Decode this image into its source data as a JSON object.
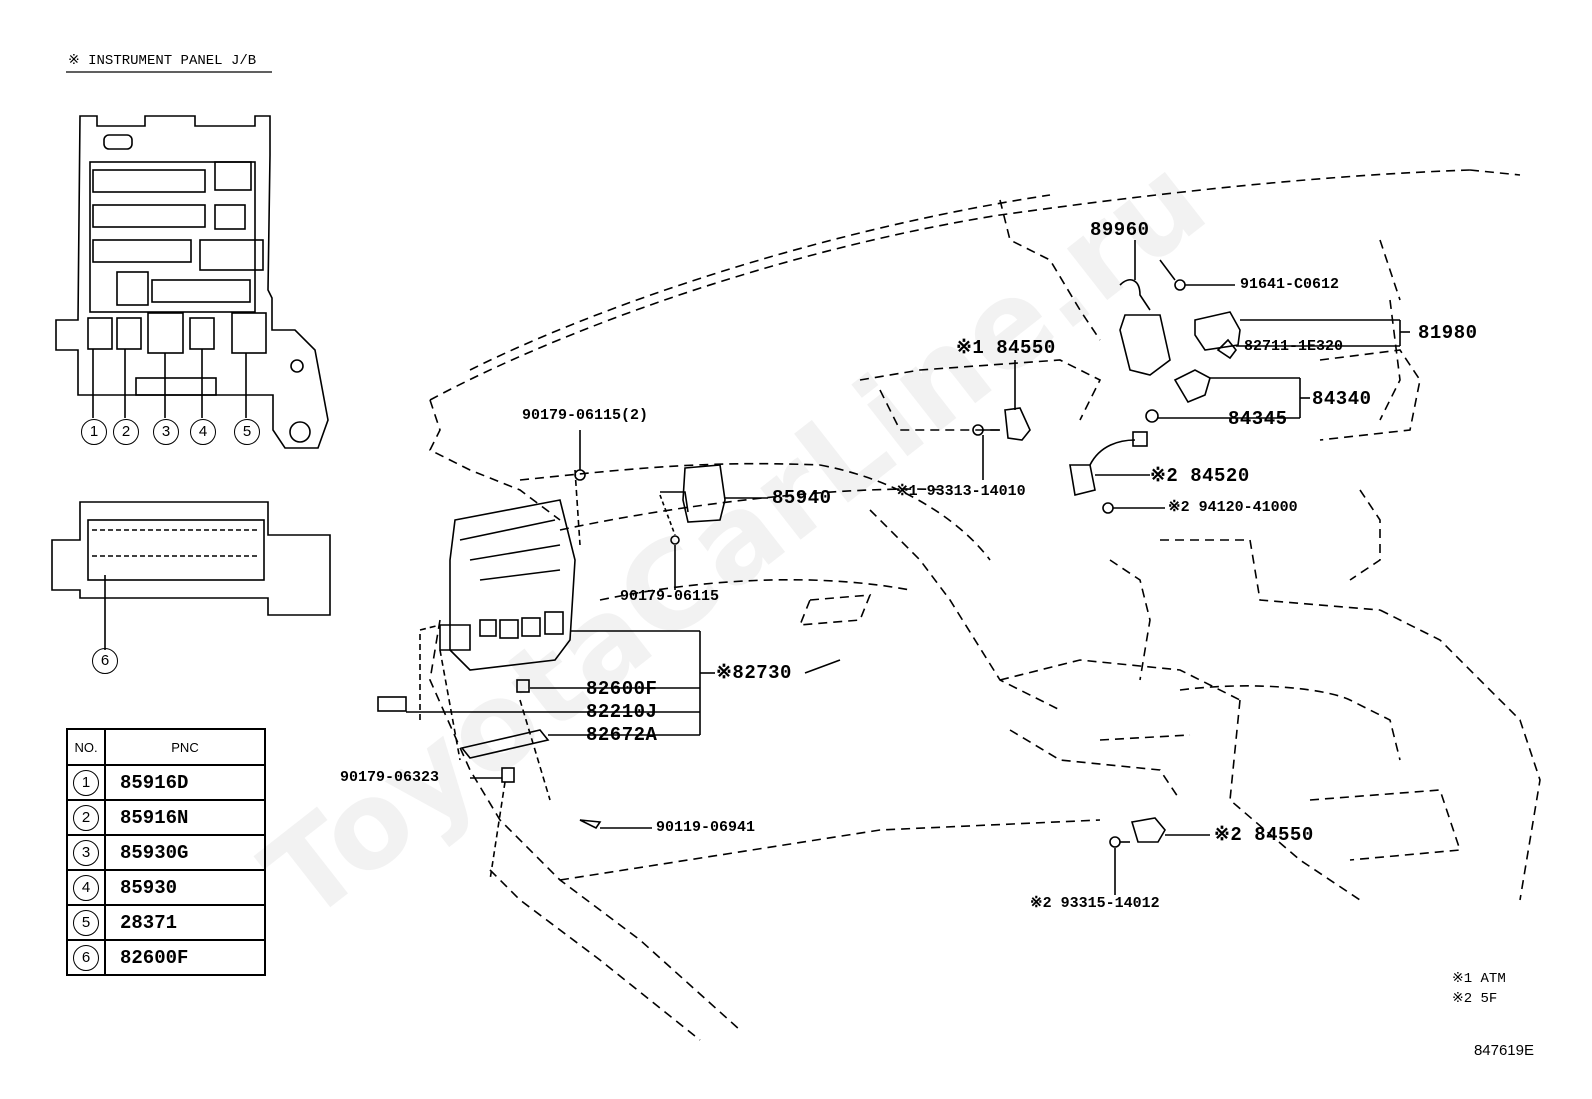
{
  "header": {
    "title": "※ INSTRUMENT PANEL J/B"
  },
  "watermark": "ToyotaCarLine.ru",
  "connector_numbers": [
    "1",
    "2",
    "3",
    "4",
    "5",
    "6"
  ],
  "pnc_table": {
    "headers": [
      "NO.",
      "PNC"
    ],
    "rows": [
      {
        "no": "1",
        "pnc": "85916D"
      },
      {
        "no": "2",
        "pnc": "85916N"
      },
      {
        "no": "3",
        "pnc": "85930G"
      },
      {
        "no": "4",
        "pnc": "85930"
      },
      {
        "no": "5",
        "pnc": "28371"
      },
      {
        "no": "6",
        "pnc": "82600F"
      }
    ]
  },
  "callouts": {
    "p89960": "89960",
    "p91641": "91641-C0612",
    "p81980": "81980",
    "p82711": "82711-1E320",
    "p84340": "84340",
    "p84345": "84345",
    "p84550_top": "※1 84550",
    "p84520": "※2 84520",
    "p94120": "※2 94120-41000",
    "p93313": "※1 93313-14010",
    "p90179_2": "90179-06115(2)",
    "p85940": "85940",
    "p90179": "90179-06115",
    "p82730": "※82730",
    "p82600F": "82600F",
    "p82210J": "82210J",
    "p82672A": "82672A",
    "p90179_06323": "90179-06323",
    "p90119": "90119-06941",
    "p84550_bot": "※2 84550",
    "p93315": "※2 93315-14012"
  },
  "notes": {
    "n1": "※1 ATM",
    "n2": "※2 5F"
  },
  "drawing_code": "847619E"
}
